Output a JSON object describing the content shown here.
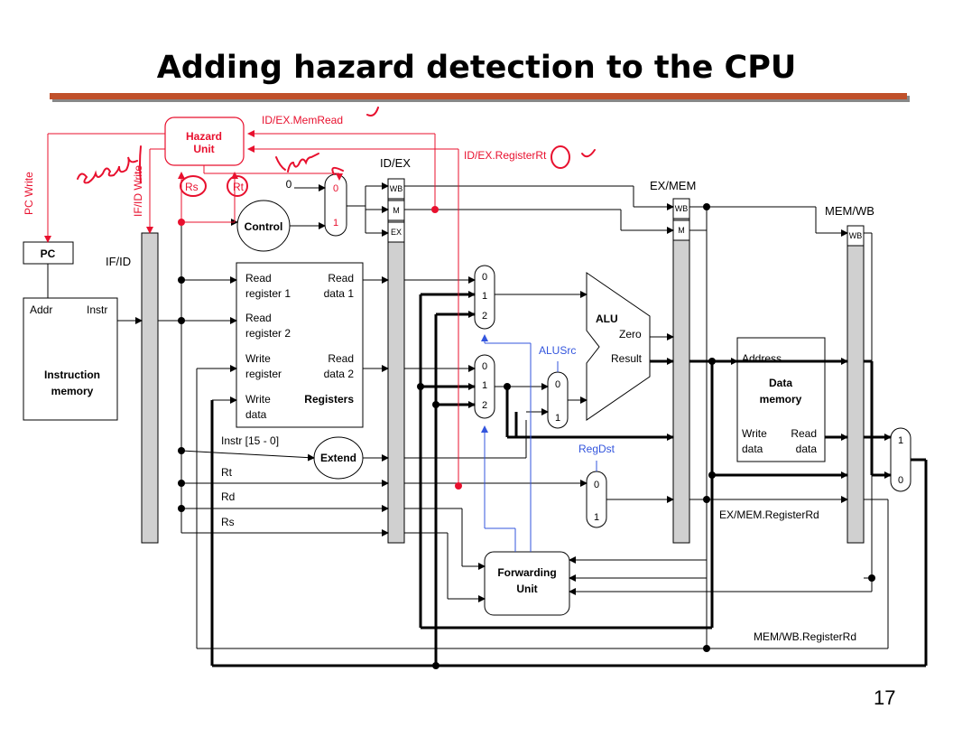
{
  "slide": {
    "title": "Adding hazard detection to the CPU",
    "page_number": "17"
  },
  "colors": {
    "hazard": "#e8102e",
    "forward": "#3355dd",
    "accent": "#c0502a",
    "wire": "#000000"
  },
  "hazard_unit": {
    "title": "Hazard",
    "title2": "Unit",
    "id_ex_memread": "ID/EX.MemRead",
    "id_ex_registerrt": "ID/EX.RegisterRt",
    "pc_write": "PC Write",
    "if_id_write": "IF/ID Write",
    "rs": "Rs",
    "rt": "Rt",
    "mux_zero_in": "0",
    "mux_in0": "0",
    "mux_in1": "1"
  },
  "handwriting": {
    "enable_note": "enable",
    "nor_note": "nor"
  },
  "pc": {
    "label": "PC"
  },
  "instruction_memory": {
    "addr": "Addr",
    "instr": "Instr",
    "name1": "Instruction",
    "name2": "memory"
  },
  "pipeline_registers": {
    "if_id": "IF/ID",
    "id_ex": "ID/EX",
    "ex_mem": "EX/MEM",
    "mem_wb": "MEM/WB",
    "wb": "WB",
    "m": "M",
    "ex": "EX"
  },
  "control": {
    "label": "Control"
  },
  "registers": {
    "read_register_1a": "Read",
    "read_register_1b": "register 1",
    "read_data_1a": "Read",
    "read_data_1b": "data 1",
    "read_register_2a": "Read",
    "read_register_2b": "register 2",
    "write_register_a": "Write",
    "write_register_b": "register",
    "read_data_2a": "Read",
    "read_data_2b": "data 2",
    "write_data_a": "Write",
    "write_data_b": "data",
    "name": "Registers"
  },
  "extend": {
    "label": "Extend",
    "instr_field": "Instr [15 - 0]"
  },
  "fields": {
    "rt": "Rt",
    "rd": "Rd",
    "rs": "Rs"
  },
  "forward_mux_a": {
    "in0": "0",
    "in1": "1",
    "in2": "2"
  },
  "forward_mux_b": {
    "in0": "0",
    "in1": "1",
    "in2": "2"
  },
  "alusrc_mux": {
    "label": "ALUSrc",
    "in0": "0",
    "in1": "1"
  },
  "regdst_mux": {
    "label": "RegDst",
    "in0": "0",
    "in1": "1"
  },
  "alu": {
    "label": "ALU",
    "zero": "Zero",
    "result": "Result"
  },
  "data_memory": {
    "address": "Address",
    "name1": "Data",
    "name2": "memory",
    "write_data_a": "Write",
    "write_data_b": "data",
    "read_data_a": "Read",
    "read_data_b": "data"
  },
  "wb_mux": {
    "in1": "1",
    "in0": "0"
  },
  "forwarding_unit": {
    "name1": "Forwarding",
    "name2": "Unit"
  },
  "labels": {
    "ex_mem_registerrd": "EX/MEM.RegisterRd",
    "mem_wb_registerrd": "MEM/WB.RegisterRd"
  }
}
